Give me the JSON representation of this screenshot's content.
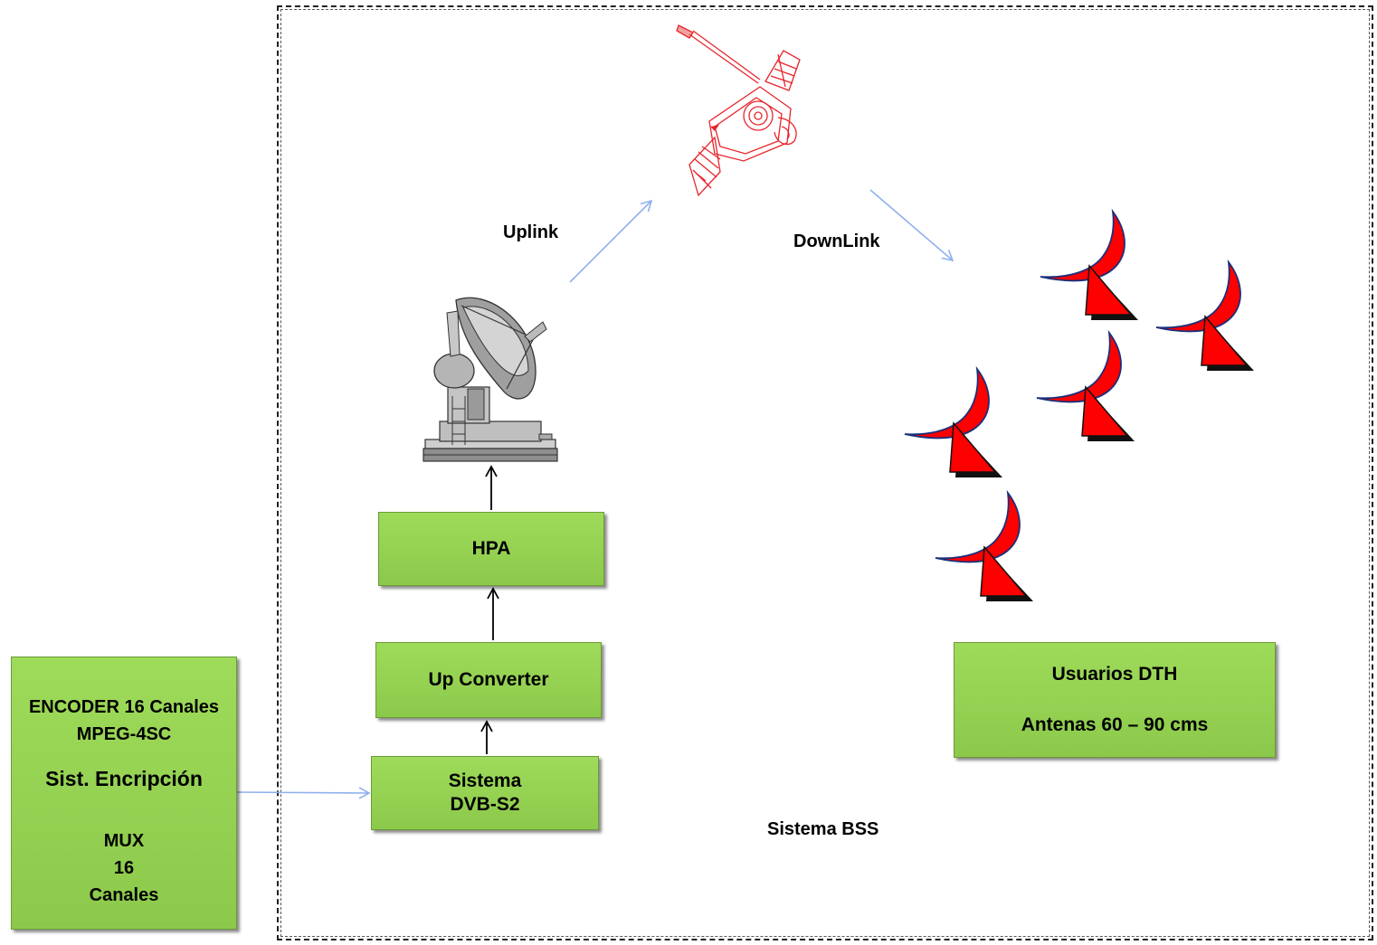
{
  "diagram": {
    "encoder_box": {
      "line1": "ENCODER 16 Canales",
      "line2": "MPEG-4SC",
      "line3": "Sist. Encripción",
      "line4": "MUX",
      "line5": "16",
      "line6": "Canales"
    },
    "dvb_box": {
      "line1": "Sistema",
      "line2": "DVB-S2"
    },
    "upconverter_box": {
      "label": "Up Converter"
    },
    "hpa_box": {
      "label": "HPA"
    },
    "dth_box": {
      "line1": "Usuarios DTH",
      "line2": "Antenas 60 – 90 cms"
    },
    "uplink_label": "Uplink",
    "downlink_label": "DownLink",
    "system_label": "Sistema BSS"
  },
  "colors": {
    "box_fill": "#92d050",
    "antenna_red": "#ff0000",
    "arrow_blue": "#8fb0ee",
    "satellite_red": "#e8242a"
  }
}
